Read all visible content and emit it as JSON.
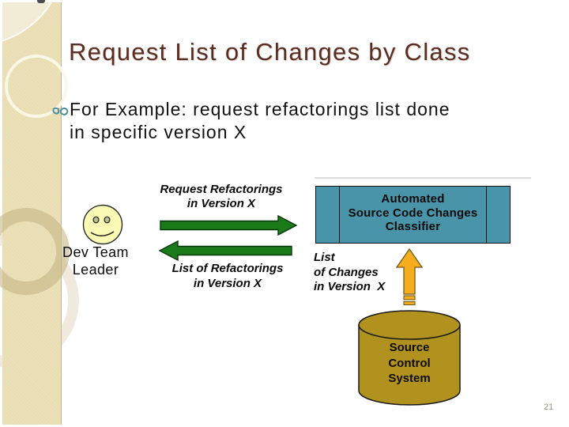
{
  "slide": {
    "title": "Request List of Changes by Class",
    "bullet": {
      "lines": [
        "For Example: request refactorings list done",
        "in specific version X"
      ]
    },
    "page_number": "21"
  },
  "diagram": {
    "actor": {
      "lines": [
        "Dev Team",
        "Leader"
      ],
      "icon": "smiley-face-icon"
    },
    "request_arrow": {
      "direction": "right",
      "lines": [
        "Request Refactorings",
        "in Version X"
      ],
      "color": "#1A7A1A"
    },
    "list_arrow": {
      "direction": "left",
      "lines": [
        "List of Refactorings",
        "in Version X"
      ],
      "color": "#1A7A1A"
    },
    "classifier_box": {
      "lines": [
        "Automated",
        "Source Code Changes",
        "Classifier"
      ],
      "fill": "#4A94A9"
    },
    "changes_arrow": {
      "direction": "up",
      "lines": [
        "List",
        "of Changes",
        "in Version  X"
      ],
      "color": "#F5AC1F"
    },
    "database": {
      "lines": [
        "Source",
        "Control",
        "System"
      ],
      "fill": "#B1921F",
      "icon": "database-cylinder-icon"
    }
  },
  "theme": {
    "title_color": "#5A2D21",
    "strip_color": "#E9DDB2",
    "bullet_glyph_color": "#4B8E9B",
    "page_number_color": "#999988"
  }
}
